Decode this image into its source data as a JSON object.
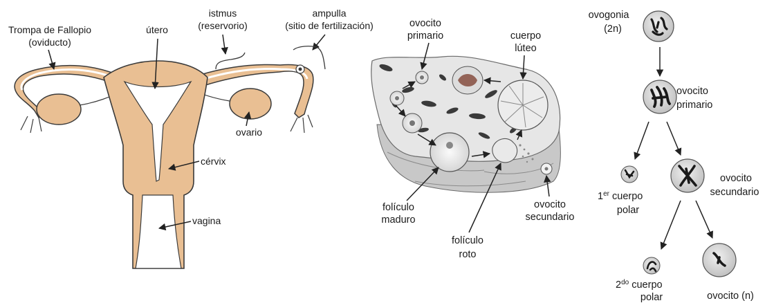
{
  "colors": {
    "tissue": "#e9bf93",
    "tissue_stroke": "#3a3a3a",
    "ovary_bg": "#dcdcdc",
    "cell_fill": "#d9d9d9"
  },
  "uterus_panel": {
    "labels": {
      "fallopian_line1": "Trompa de Fallopio",
      "fallopian_line2": "(oviducto)",
      "isthmus_line1": "istmus",
      "isthmus_line2": "(reservorio)",
      "ampulla_line1": "ampulla",
      "ampulla_line2": "(sitio de fertilización)",
      "uterus": "útero",
      "ovary": "ovario",
      "cervix": "cérvix",
      "vagina": "vagina"
    }
  },
  "ovary_panel": {
    "labels": {
      "primary_oocyte_line1": "ovocito",
      "primary_oocyte_line2": "primario",
      "corpus_luteum_line1": "cuerpo",
      "corpus_luteum_line2": "lúteo",
      "mature_follicle_line1": "folículo",
      "mature_follicle_line2": "maduro",
      "ruptured_follicle_line1": "folículo",
      "ruptured_follicle_line2": "roto",
      "secondary_oocyte_line1": "ovocito",
      "secondary_oocyte_line2": "secundario"
    }
  },
  "oogenesis_panel": {
    "labels": {
      "oogonia_line1": "ovogonia",
      "oogonia_line2": "(2n)",
      "primary_oocyte_line1": "ovocito",
      "primary_oocyte_line2": "primario",
      "first_polar_num": "1",
      "first_polar_sup": "er",
      "first_polar_line1": " cuerpo",
      "first_polar_line2": "polar",
      "secondary_oocyte_line1": "ovocito",
      "secondary_oocyte_line2": "secundario",
      "second_polar_num": "2",
      "second_polar_sup": "do",
      "second_polar_line1": " cuerpo",
      "second_polar_line2": "polar",
      "ootid": "ovocito (n)"
    }
  }
}
